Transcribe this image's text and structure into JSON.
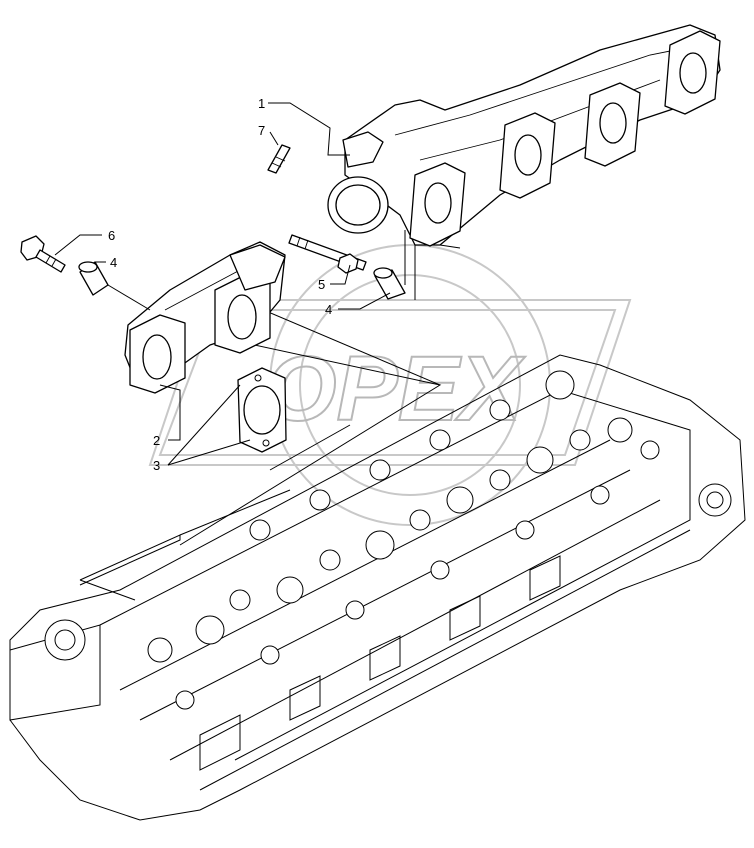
{
  "callouts": [
    {
      "id": "1",
      "label": "1"
    },
    {
      "id": "7",
      "label": "7"
    },
    {
      "id": "6",
      "label": "6"
    },
    {
      "id": "4a",
      "label": "4"
    },
    {
      "id": "5",
      "label": "5"
    },
    {
      "id": "4b",
      "label": "4"
    },
    {
      "id": "2",
      "label": "2"
    },
    {
      "id": "3",
      "label": "3"
    }
  ],
  "watermark": {
    "text": "OPEX"
  },
  "colors": {
    "line": "#000000",
    "watermark": "#b8b8b8",
    "background": "#ffffff"
  }
}
